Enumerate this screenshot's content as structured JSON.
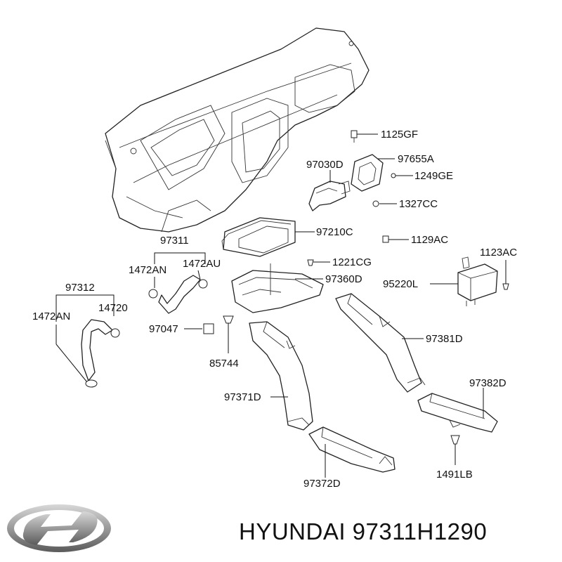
{
  "footer": {
    "brand_text": "HYUNDAI 97311H1290"
  },
  "logo": {
    "icon": "hyundai-logo"
  },
  "labels": {
    "p1125GF": "1125GF",
    "p97655A": "97655A",
    "p97030D": "97030D",
    "p1249GE": "1249GE",
    "p1327CC": "1327CC",
    "p97210C": "97210C",
    "p97311": "97311",
    "p1129AC": "1129AC",
    "p1123AC": "1123AC",
    "p1472AN_top": "1472AN",
    "p1472AU": "1472AU",
    "p1221CG": "1221CG",
    "p97360D": "97360D",
    "p95220L": "95220L",
    "p97312": "97312",
    "p1472AN_left": "1472AN",
    "p14720": "14720",
    "p97047": "97047",
    "p97381D": "97381D",
    "p85744": "85744",
    "p97382D": "97382D",
    "p97371D": "97371D",
    "p1491LB": "1491LB",
    "p97372D": "97372D"
  }
}
